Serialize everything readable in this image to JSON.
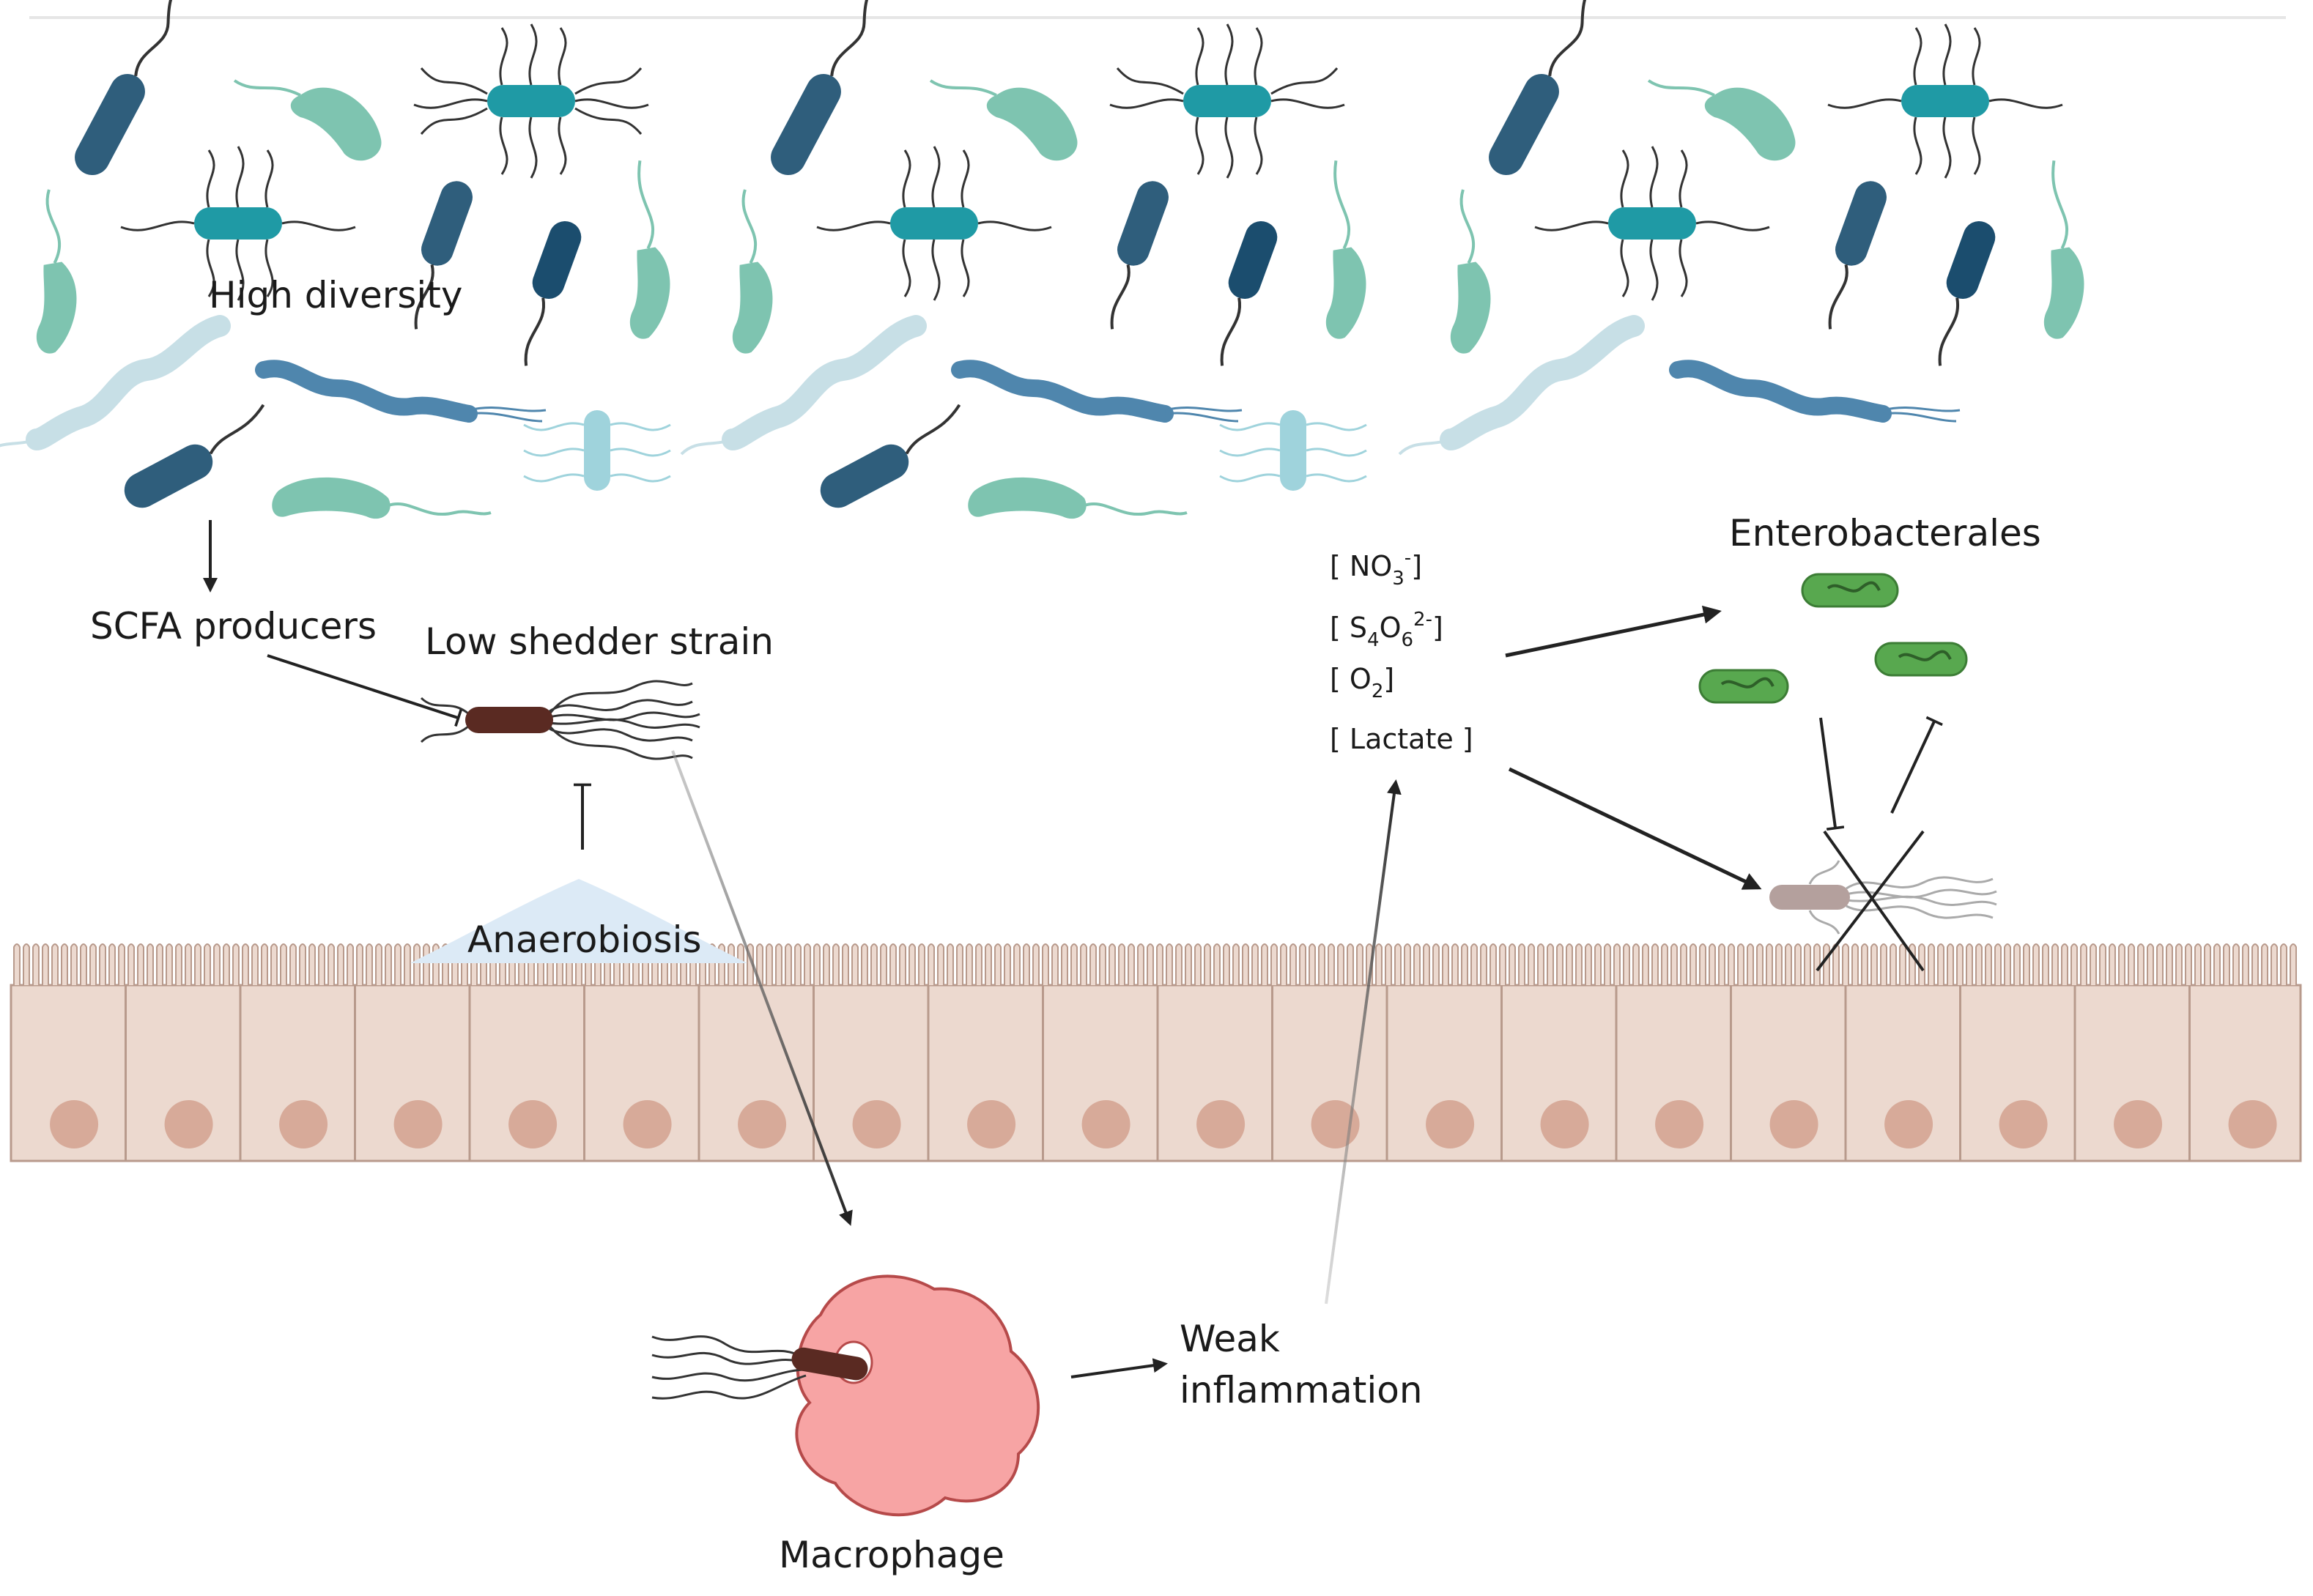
{
  "labels": {
    "high_diversity": "High diversity",
    "scfa_producers": "SCFA producers",
    "low_shedder_strain": "Low shedder strain",
    "anaerobiosis": "Anaerobiosis",
    "macrophage": "Macrophage",
    "weak_inflammation_line1": "Weak",
    "weak_inflammation_line2": "inflammation",
    "enterobacterales": "Enterobacterales"
  },
  "electron_acceptors": [
    {
      "open": "[ NO",
      "sub": "3",
      "sup": "-",
      "close": "]"
    },
    {
      "open": "[ S",
      "sub1": "4",
      "mid": "O",
      "sub2": "6",
      "sup": "2-",
      "close": "]"
    },
    {
      "open": "[ O",
      "sub": "2",
      "close": "]"
    },
    {
      "text": "[ Lactate ]"
    }
  ],
  "colors": {
    "dark_bacterium": "#2f5e7c",
    "teal_bacterium": "#1f9aa5",
    "mint_bacterium": "#7ec4b0",
    "light_bacterium": "#c7dfe6",
    "epithelium": "#ecd9cf",
    "epithelium_border": "#b89a8c",
    "nucleus": "#d7aa99",
    "macrophage": "#f7a4a4",
    "macrophage_border": "#b64a4a",
    "low_shedder": "#5a2a22",
    "faded_strain": "#b4a09d",
    "enterobacterales": "#58a84f",
    "anaerobic_zone": "#dceaf6"
  },
  "icons": [
    "dark-rod-bacterium",
    "teal-peritrichous-bacterium",
    "mint-vibrio-bacterium",
    "spirochete-bacterium",
    "light-peritrichous-bacterium",
    "epithelial-cell",
    "macrophage-cell",
    "enterobacterales-rod",
    "flagellated-strain"
  ]
}
